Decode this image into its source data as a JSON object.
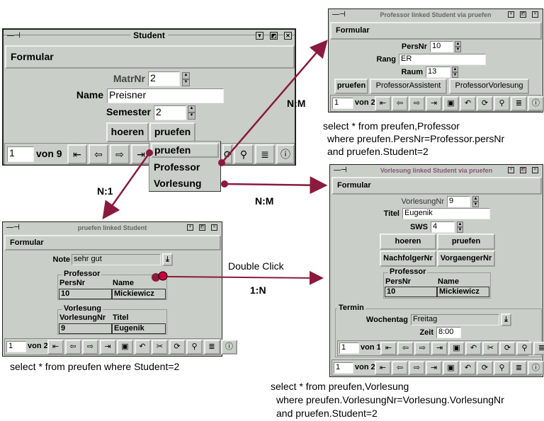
{
  "student": {
    "title": "Student",
    "formular": "Formular",
    "matrnr_label": "MatrNr",
    "matrnr": "2",
    "name_label": "Name",
    "name": "Preisner",
    "semester_label": "Semester",
    "semester": "2",
    "buttons": [
      "hoeren",
      "pruefen"
    ],
    "record": "1",
    "of": "von 9",
    "popup": [
      "pruefen",
      "Professor",
      "Vorlesung"
    ]
  },
  "professor": {
    "title": "Professor linked Student via pruefen",
    "formular": "Formular",
    "persnr_label": "PersNr",
    "persnr": "10",
    "rang_label": "Rang",
    "rang": "ER",
    "raum_label": "Raum",
    "raum": "13",
    "buttons": [
      "pruefen",
      "ProfessorAssistent",
      "ProfessorVorlesung"
    ],
    "record": "1",
    "of": "von 2"
  },
  "pruefen": {
    "title": "pruefen linked Student",
    "formular": "Formular",
    "note_label": "Note",
    "note": "sehr gut",
    "prof_group": "Professor",
    "prof_cols": [
      "PersNr",
      "Name"
    ],
    "prof_row": [
      "10",
      "Mickiewicz"
    ],
    "vorl_group": "Vorlesung",
    "vorl_cols": [
      "VorlesungNr",
      "Titel"
    ],
    "vorl_row": [
      "9",
      "Eugenik"
    ],
    "record": "1",
    "of": "von 2"
  },
  "vorlesung": {
    "title": "Vorlesung linked Student via pruefen",
    "formular": "Formular",
    "vnr_label": "VorlesungNr",
    "vnr": "9",
    "titel_label": "Titel",
    "titel": "Eugenik",
    "sws_label": "SWS",
    "sws": "4",
    "buttons": [
      "hoeren",
      "pruefen",
      "NachfolgerNr",
      "VorgaengerNr"
    ],
    "prof_group": "Professor",
    "prof_cols": [
      "PersNr",
      "Name"
    ],
    "prof_row": [
      "10",
      "Mickiewicz"
    ],
    "termin_group": "Termin",
    "wochentag_label": "Wochentag",
    "wochentag": "Freitag",
    "zeit_label": "Zeit",
    "zeit": "8:00",
    "inner_record": "1",
    "inner_of": "von 1",
    "record": "1",
    "of": "von 2"
  },
  "relations": {
    "nm1": "N:M",
    "n1": "N:1",
    "nm2": "N:M",
    "dbl": "Double Click",
    "one_n": "1:N"
  },
  "captions": {
    "prof": [
      "select * from preufen,Professor",
      "where preufen.PersNr=Professor.persNr",
      "and pruefen.Student=2"
    ],
    "pruefen": "select * from preufen where Student=2",
    "vorl": [
      "select * from preufen,Vorlesung",
      "where preufen.VorlesungNr=Vorlesung.VorlesungNr",
      "and pruefen.Student=2"
    ]
  },
  "colors": {
    "arrow": "#8b1a3e",
    "window": "#c9cfc8"
  }
}
